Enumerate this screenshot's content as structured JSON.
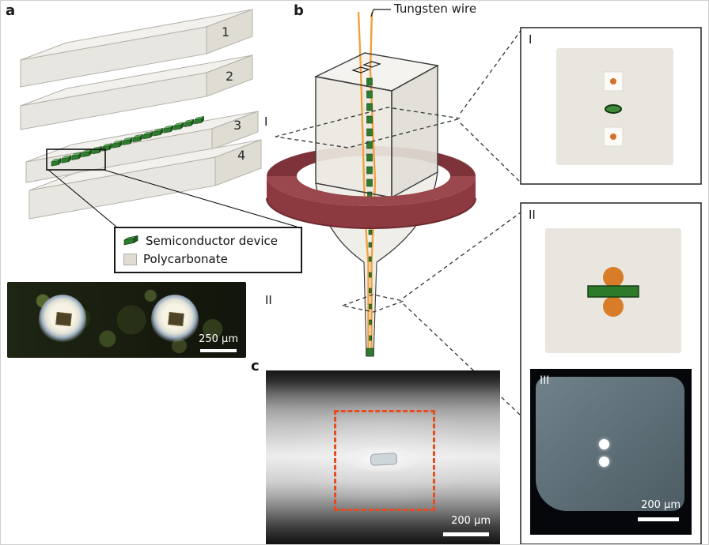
{
  "panels": {
    "a": "a",
    "b": "b",
    "c": "c"
  },
  "layers": [
    "1",
    "2",
    "3",
    "4"
  ],
  "legend": {
    "semiconductor_label": "Semiconductor device",
    "polycarbonate_label": "Polycarbonate"
  },
  "labels": {
    "tungsten_wire": "Tungsten wire",
    "section_i": "I",
    "section_ii": "II",
    "inset_i": "I",
    "inset_ii": "II",
    "inset_iii": "III"
  },
  "scalebars": {
    "photo_a": "250 μm",
    "photo_c": "200 μm",
    "inset_iii": "200 μm"
  },
  "colors": {
    "semiconductor_green": "#2e7d2e",
    "polycarbonate_gray": "#e9e6e0",
    "tungsten_orange": "#efa23b",
    "furnace_red": "#8c3a40",
    "highlight_red": "#e84b1e"
  }
}
